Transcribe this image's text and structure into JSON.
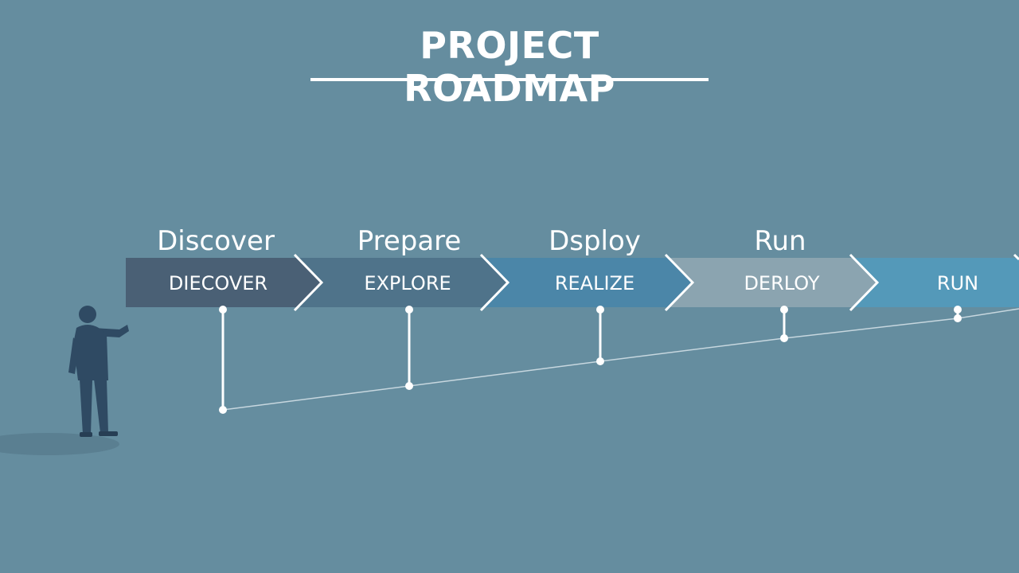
{
  "title": "PROJECT ROADMAP",
  "stages": [
    {
      "heading": "Discover",
      "label": "DIECOVER",
      "color": "#4a6075"
    },
    {
      "heading": "Prepare",
      "label": "EXPLORE",
      "color": "#4f738a"
    },
    {
      "heading": "Dsploy",
      "label": "REALIZE",
      "color": "#4b86a8"
    },
    {
      "heading": "Run",
      "label": "DERLOY",
      "color": "#8ba4b0"
    },
    {
      "heading": "",
      "label": "RUN",
      "color": "#5499b9"
    }
  ],
  "colors": {
    "background": "#658d9f",
    "text": "#ffffff",
    "person": "#2f4a63"
  }
}
